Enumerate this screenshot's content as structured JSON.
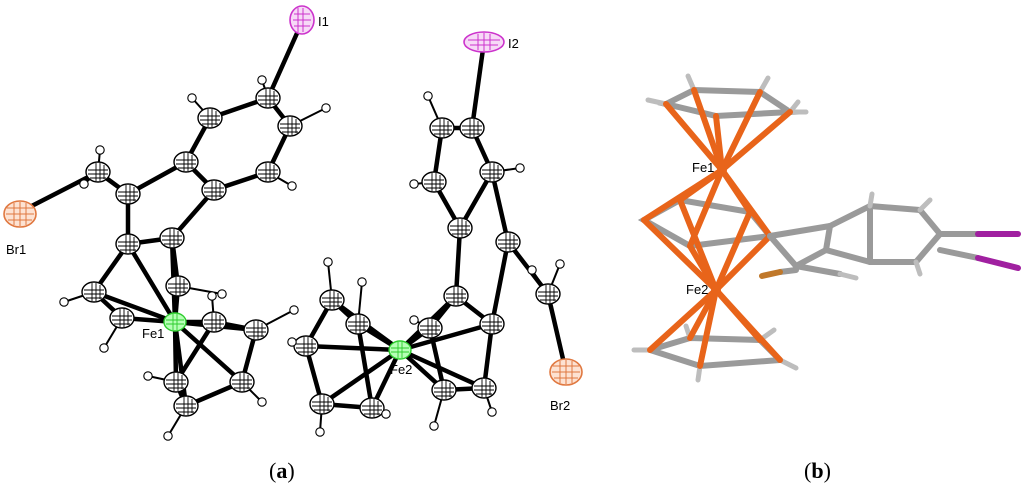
{
  "panel_a": {
    "atom_labels": {
      "I1": "I1",
      "I2": "I2",
      "Br1": "Br1",
      "Br2": "Br2",
      "Fe1": "Fe1",
      "Fe2": "Fe2"
    },
    "caption": {
      "open": "(",
      "letter": "a",
      "close": ")"
    }
  },
  "panel_b": {
    "atom_labels": {
      "Fe1": "Fe1",
      "Fe2": "Fe2"
    },
    "caption": {
      "open": "(",
      "letter": "b",
      "close": ")"
    }
  },
  "colors": {
    "iodine": "#cc33cc",
    "bromine": "#e07840",
    "iron": "#33dd33",
    "iron_stick": "#e8641a",
    "carbon_stick": "#9a9a9a",
    "bond": "#000000"
  }
}
